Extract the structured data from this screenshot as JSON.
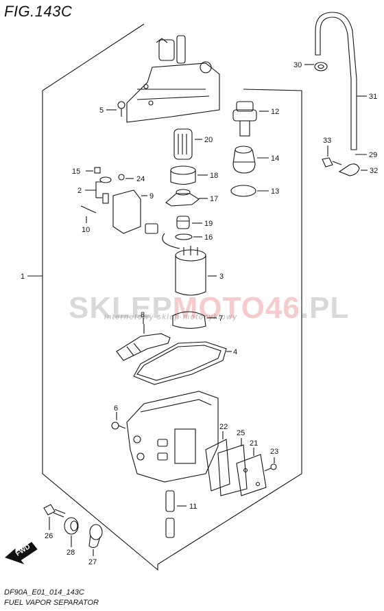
{
  "figure": {
    "title": "FIG.143C"
  },
  "footer": {
    "code": "DF90A_E01_014_143C",
    "name": "FUEL VAPOR SEPARATOR"
  },
  "watermark": {
    "brand_a": "SKLEP",
    "brand_b": "MOTO46",
    "brand_c": ".PL",
    "subtitle": "internetowy sklep motocyklowy"
  },
  "fwd_label": "FWD",
  "colors": {
    "line": "#111111",
    "watermark_red": "#e04848",
    "watermark_gray": "#7a7a7a"
  },
  "callouts": {
    "c1": "1",
    "c2": "2",
    "c3": "3",
    "c4": "4",
    "c5": "5",
    "c6": "6",
    "c7": "7",
    "c8": "8",
    "c9": "9",
    "c10": "10",
    "c11": "11",
    "c12": "12",
    "c13": "13",
    "c14": "14",
    "c15": "15",
    "c16": "16",
    "c17": "17",
    "c18": "18",
    "c19": "19",
    "c20": "20",
    "c21": "21",
    "c22": "22",
    "c23": "23",
    "c24": "24",
    "c25": "25",
    "c26": "26",
    "c27": "27",
    "c28": "28",
    "c29": "29",
    "c30": "30",
    "c31": "31",
    "c32": "32",
    "c33": "33"
  }
}
